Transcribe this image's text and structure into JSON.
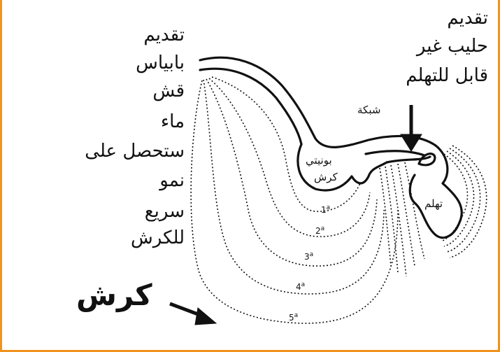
{
  "colors": {
    "frame": "#f0931e",
    "line": "#111111"
  },
  "left_labels": [
    "تقديم",
    "بابياس",
    "قش",
    "ماء",
    "ستحصل على",
    "نمو",
    "سريع",
    "للكرش"
  ],
  "right_labels": [
    "تقديم",
    "حليب غير",
    "قابل للتهلم"
  ],
  "parts": {
    "network": "شبكة",
    "small_rumen": [
      "بونيتي",
      "كرش"
    ],
    "abomasum": "تهلم",
    "rumen_big": "كرش"
  },
  "stages": [
    {
      "n": "1",
      "s": "a"
    },
    {
      "n": "2",
      "s": "a"
    },
    {
      "n": "3",
      "s": "a"
    },
    {
      "n": "4",
      "s": "a"
    },
    {
      "n": "5",
      "s": "a"
    }
  ]
}
